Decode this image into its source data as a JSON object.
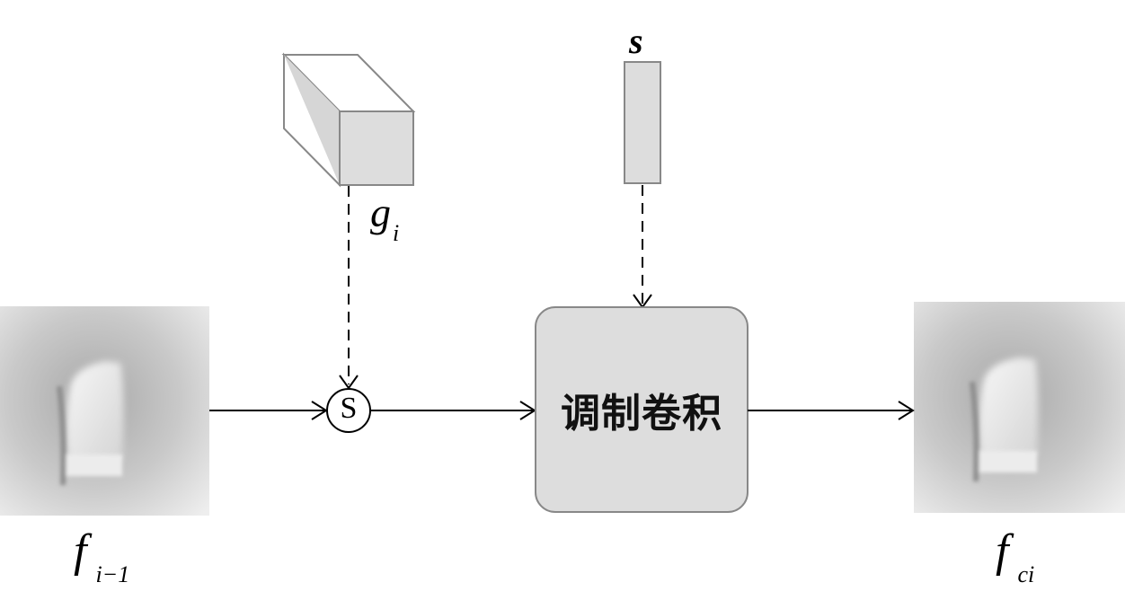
{
  "diagram": {
    "input_feature": {
      "symbol": "f",
      "subscript": "i−1"
    },
    "guidance_tensor": {
      "symbol": "g",
      "subscript": "i"
    },
    "style_vector": {
      "symbol": "s"
    },
    "fusion_op": {
      "symbol": "S"
    },
    "module": {
      "label": "调制卷积"
    },
    "output_feature": {
      "symbol": "f",
      "subscript": "ci"
    }
  },
  "colors": {
    "box_fill": "#dddddd",
    "box_stroke": "#888888",
    "line": "#000000"
  }
}
